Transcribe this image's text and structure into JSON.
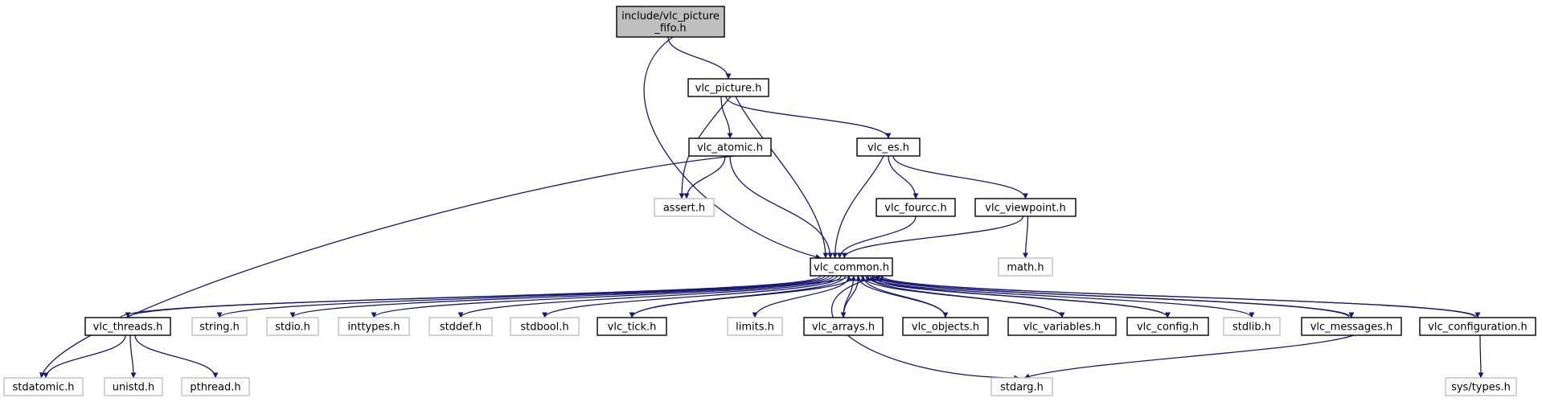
{
  "colors": {
    "edge": "#191970",
    "node_border": "#000000",
    "node_external_border": "#bfbfbf",
    "root_fill": "#bfbfbf",
    "node_fill": "#ffffff"
  },
  "nodes": [
    {
      "id": "root",
      "lines": [
        "include/vlc_picture",
        "_fifo.h"
      ],
      "style": "root"
    },
    {
      "id": "vlc_picture",
      "lines": [
        "vlc_picture.h"
      ],
      "style": "local"
    },
    {
      "id": "vlc_atomic",
      "lines": [
        "vlc_atomic.h"
      ],
      "style": "local"
    },
    {
      "id": "vlc_es",
      "lines": [
        "vlc_es.h"
      ],
      "style": "local"
    },
    {
      "id": "assert",
      "lines": [
        "assert.h"
      ],
      "style": "external"
    },
    {
      "id": "vlc_fourcc",
      "lines": [
        "vlc_fourcc.h"
      ],
      "style": "local"
    },
    {
      "id": "vlc_viewpoint",
      "lines": [
        "vlc_viewpoint.h"
      ],
      "style": "local"
    },
    {
      "id": "vlc_common",
      "lines": [
        "vlc_common.h"
      ],
      "style": "local"
    },
    {
      "id": "math",
      "lines": [
        "math.h"
      ],
      "style": "external"
    },
    {
      "id": "vlc_threads",
      "lines": [
        "vlc_threads.h"
      ],
      "style": "local"
    },
    {
      "id": "string",
      "lines": [
        "string.h"
      ],
      "style": "external"
    },
    {
      "id": "stdio",
      "lines": [
        "stdio.h"
      ],
      "style": "external"
    },
    {
      "id": "inttypes",
      "lines": [
        "inttypes.h"
      ],
      "style": "external"
    },
    {
      "id": "stddef",
      "lines": [
        "stddef.h"
      ],
      "style": "external"
    },
    {
      "id": "stdbool",
      "lines": [
        "stdbool.h"
      ],
      "style": "external"
    },
    {
      "id": "vlc_tick",
      "lines": [
        "vlc_tick.h"
      ],
      "style": "local"
    },
    {
      "id": "limits",
      "lines": [
        "limits.h"
      ],
      "style": "external"
    },
    {
      "id": "vlc_arrays",
      "lines": [
        "vlc_arrays.h"
      ],
      "style": "local"
    },
    {
      "id": "vlc_objects",
      "lines": [
        "vlc_objects.h"
      ],
      "style": "local"
    },
    {
      "id": "vlc_variables",
      "lines": [
        "vlc_variables.h"
      ],
      "style": "local"
    },
    {
      "id": "vlc_config",
      "lines": [
        "vlc_config.h"
      ],
      "style": "local"
    },
    {
      "id": "stdlib",
      "lines": [
        "stdlib.h"
      ],
      "style": "external"
    },
    {
      "id": "vlc_messages",
      "lines": [
        "vlc_messages.h"
      ],
      "style": "local"
    },
    {
      "id": "vlc_configuration",
      "lines": [
        "vlc_configuration.h"
      ],
      "style": "local"
    },
    {
      "id": "stdatomic",
      "lines": [
        "stdatomic.h"
      ],
      "style": "external"
    },
    {
      "id": "unistd",
      "lines": [
        "unistd.h"
      ],
      "style": "external"
    },
    {
      "id": "pthread",
      "lines": [
        "pthread.h"
      ],
      "style": "external"
    },
    {
      "id": "stdarg",
      "lines": [
        "stdarg.h"
      ],
      "style": "external"
    },
    {
      "id": "sys_types",
      "lines": [
        "sys/types.h"
      ],
      "style": "external"
    }
  ],
  "edges": [
    {
      "from": "root",
      "to": "vlc_picture"
    },
    {
      "from": "root",
      "to": "vlc_common"
    },
    {
      "from": "vlc_picture",
      "to": "vlc_atomic"
    },
    {
      "from": "vlc_picture",
      "to": "vlc_es"
    },
    {
      "from": "vlc_picture",
      "to": "assert"
    },
    {
      "from": "vlc_picture",
      "to": "vlc_common"
    },
    {
      "from": "vlc_atomic",
      "to": "assert"
    },
    {
      "from": "vlc_atomic",
      "to": "vlc_common"
    },
    {
      "from": "vlc_atomic",
      "to": "stdatomic"
    },
    {
      "from": "vlc_es",
      "to": "vlc_common"
    },
    {
      "from": "vlc_es",
      "to": "vlc_fourcc"
    },
    {
      "from": "vlc_es",
      "to": "vlc_viewpoint"
    },
    {
      "from": "vlc_fourcc",
      "to": "vlc_common"
    },
    {
      "from": "vlc_viewpoint",
      "to": "vlc_common"
    },
    {
      "from": "vlc_viewpoint",
      "to": "math"
    },
    {
      "from": "vlc_common",
      "to": "vlc_threads"
    },
    {
      "from": "vlc_common",
      "to": "string"
    },
    {
      "from": "vlc_common",
      "to": "stdio"
    },
    {
      "from": "vlc_common",
      "to": "inttypes"
    },
    {
      "from": "vlc_common",
      "to": "stddef"
    },
    {
      "from": "vlc_common",
      "to": "stdbool"
    },
    {
      "from": "vlc_common",
      "to": "vlc_tick"
    },
    {
      "from": "vlc_common",
      "to": "limits"
    },
    {
      "from": "vlc_common",
      "to": "vlc_arrays"
    },
    {
      "from": "vlc_common",
      "to": "vlc_objects"
    },
    {
      "from": "vlc_common",
      "to": "vlc_variables"
    },
    {
      "from": "vlc_common",
      "to": "vlc_config"
    },
    {
      "from": "vlc_common",
      "to": "stdlib"
    },
    {
      "from": "vlc_common",
      "to": "vlc_messages"
    },
    {
      "from": "vlc_common",
      "to": "vlc_configuration"
    },
    {
      "from": "vlc_common",
      "to": "stdarg"
    },
    {
      "from": "vlc_threads",
      "to": "vlc_common"
    },
    {
      "from": "vlc_threads",
      "to": "stdatomic"
    },
    {
      "from": "vlc_threads",
      "to": "unistd"
    },
    {
      "from": "vlc_threads",
      "to": "pthread"
    },
    {
      "from": "vlc_tick",
      "to": "vlc_common"
    },
    {
      "from": "vlc_arrays",
      "to": "vlc_common"
    },
    {
      "from": "vlc_objects",
      "to": "vlc_common"
    },
    {
      "from": "vlc_variables",
      "to": "vlc_common"
    },
    {
      "from": "vlc_config",
      "to": "vlc_common"
    },
    {
      "from": "vlc_messages",
      "to": "vlc_common"
    },
    {
      "from": "vlc_messages",
      "to": "stdarg"
    },
    {
      "from": "vlc_configuration",
      "to": "vlc_common"
    },
    {
      "from": "vlc_configuration",
      "to": "sys_types"
    }
  ]
}
